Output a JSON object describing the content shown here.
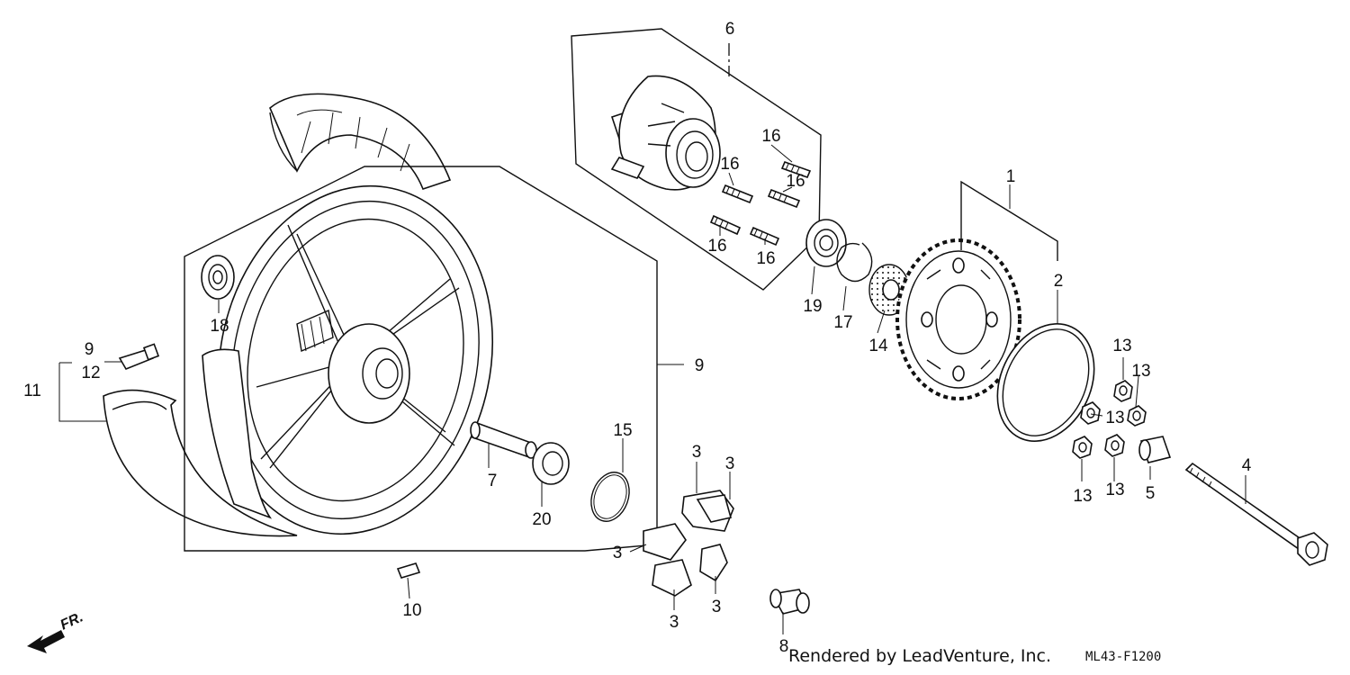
{
  "diagram": {
    "labels": {
      "p1": "1",
      "p2": "2",
      "p3a": "3",
      "p3b": "3",
      "p3c": "3",
      "p3d": "3",
      "p3e": "3",
      "p4": "4",
      "p5": "5",
      "p6": "6",
      "p7": "7",
      "p8": "8",
      "p9a": "9",
      "p9b": "9",
      "p10": "10",
      "p11": "11",
      "p12": "12",
      "p13a": "13",
      "p13b": "13",
      "p13c": "13",
      "p13d": "13",
      "p13e": "13",
      "p14": "14",
      "p15": "15",
      "p16a": "16",
      "p16b": "16",
      "p16c": "16",
      "p16d": "16",
      "p16e": "16",
      "p17": "17",
      "p18": "18",
      "p19": "19",
      "p20": "20"
    },
    "direction_label": "FR.",
    "credit": "Rendered by LeadVenture, Inc.",
    "code": "ML43-F1200"
  }
}
